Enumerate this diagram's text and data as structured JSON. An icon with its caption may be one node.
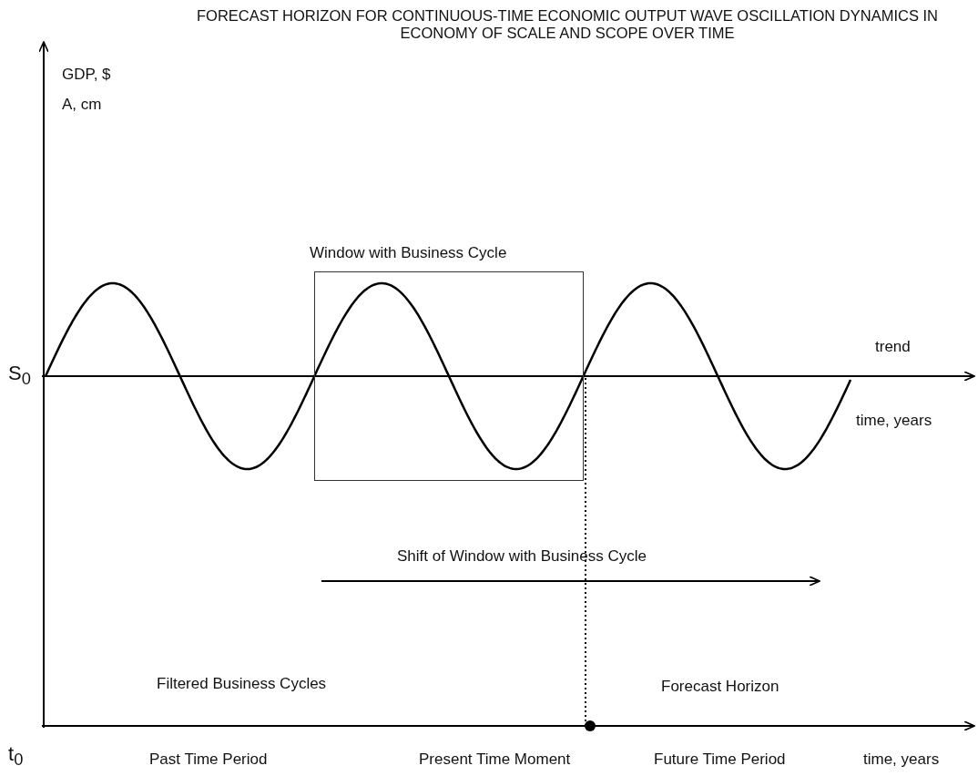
{
  "diagram": {
    "title": "FORECAST HORIZON FOR CONTINUOUS-TIME ECONOMIC OUTPUT WAVE OSCILLATION DYNAMICS IN ECONOMY OF SCALE AND SCOPE OVER TIME",
    "nodes": [
      {
        "text": [
          "Window with Business Cycle"
        ]
      }
    ],
    "labels": [
      "GDP, $",
      "A, cm",
      "trend",
      "S$_{0}$",
      "time, years",
      "Shift of Window with Business Cycle",
      "Filtered Business Cycles",
      "Forecast Horizon",
      "t$_{0}$",
      "Past Time Period",
      "Present Time Moment",
      "Future Time Period",
      "time, years"
    ]
  }
}
